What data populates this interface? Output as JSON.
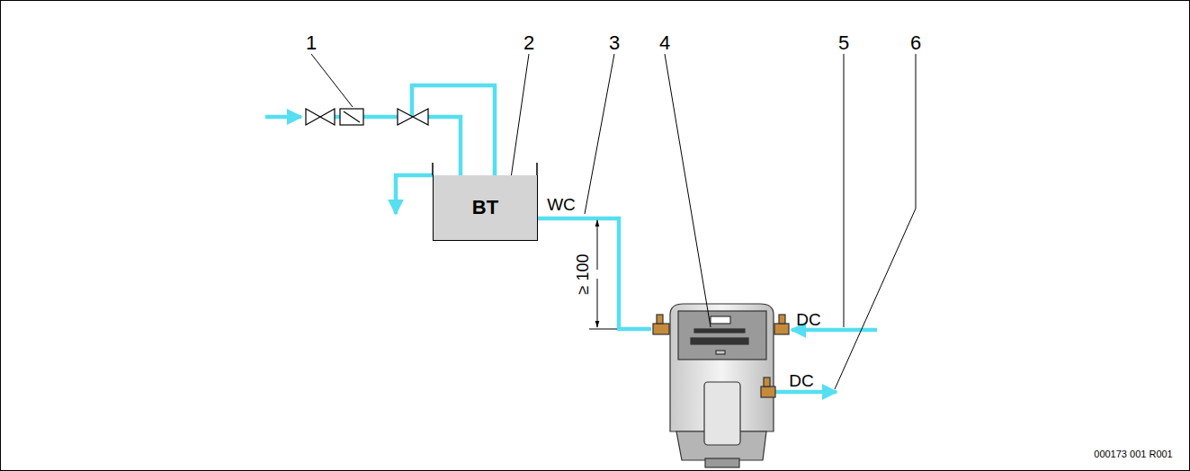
{
  "diagram": {
    "nodes": [
      {
        "text": [
          "BT"
        ]
      }
    ],
    "labels": [
      "1",
      "2",
      "3",
      "4",
      "5",
      "6",
      "WC",
      "DC",
      "DC",
      "≥ 100",
      "000173 001 R001"
    ]
  }
}
